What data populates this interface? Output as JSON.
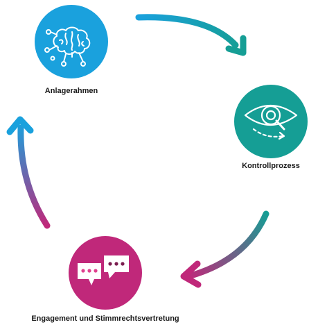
{
  "diagram": {
    "nodes": [
      {
        "id": "n1",
        "label": "Anlagerahmen",
        "icon": "brain-icon",
        "color": "#1aa1dd"
      },
      {
        "id": "n2",
        "label": "Kontrollprozess",
        "icon": "eye-icon",
        "color": "#159e95"
      },
      {
        "id": "n3",
        "label": "Engagement und Stimmrechtsvertretung",
        "icon": "chat-bubbles-icon",
        "color": "#c0287a"
      }
    ],
    "arrows": [
      {
        "from": "n1",
        "to": "n2",
        "colors": [
          "#1aa1dd",
          "#159e95"
        ]
      },
      {
        "from": "n2",
        "to": "n3",
        "colors": [
          "#159e95",
          "#c0287a"
        ]
      },
      {
        "from": "n3",
        "to": "n1",
        "colors": [
          "#c0287a",
          "#1aa1dd"
        ]
      }
    ]
  }
}
